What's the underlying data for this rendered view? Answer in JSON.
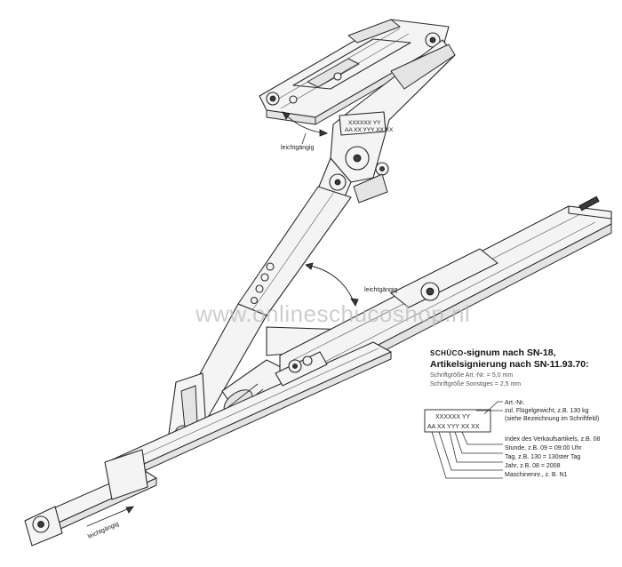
{
  "watermark": "www.onlineschucoshop.nl",
  "labels": {
    "easy_top": "leichtgängig",
    "easy_middle": "leichtgängig",
    "easy_bottom": "leichtgängig"
  },
  "part_marking": {
    "line1": "XXXXXX YY",
    "line2": "AA XX YYY XX XX"
  },
  "info": {
    "brand": "SCHÜCO",
    "heading1_suffix": "-signum nach SN-18,",
    "heading2": "Artikelsignierung nach SN-11.93.70:",
    "font_size_art": "Schriftgröße Art.-Nr. = 5,0 mm",
    "font_size_other": "Schriftgröße Sonstiges = 2,5 mm"
  },
  "legend": {
    "box_line1": "XXXXXX YY",
    "box_line2": "AA XX YYY XX XX",
    "art_nr": "Art.-Nr.",
    "weight": "zul. Flügelgewicht, z.B. 130 kg",
    "weight_note": "(siehe Bezeichnung im Schriftfeld)",
    "index": "Index des Verkaufsartikels, z.B. 08",
    "hour": "Stunde, z.B. 09 = 09:00 Uhr",
    "day": "Tag, z.B. 130 = 130ster Tag",
    "year": "Jahr, z.B. 08 = 2008",
    "machine": "Maschinennr., z. B. N1"
  },
  "colors": {
    "line": "#2a2a2a",
    "part_fill": "#f4f4f4",
    "watermark": "#bdbdbd"
  }
}
